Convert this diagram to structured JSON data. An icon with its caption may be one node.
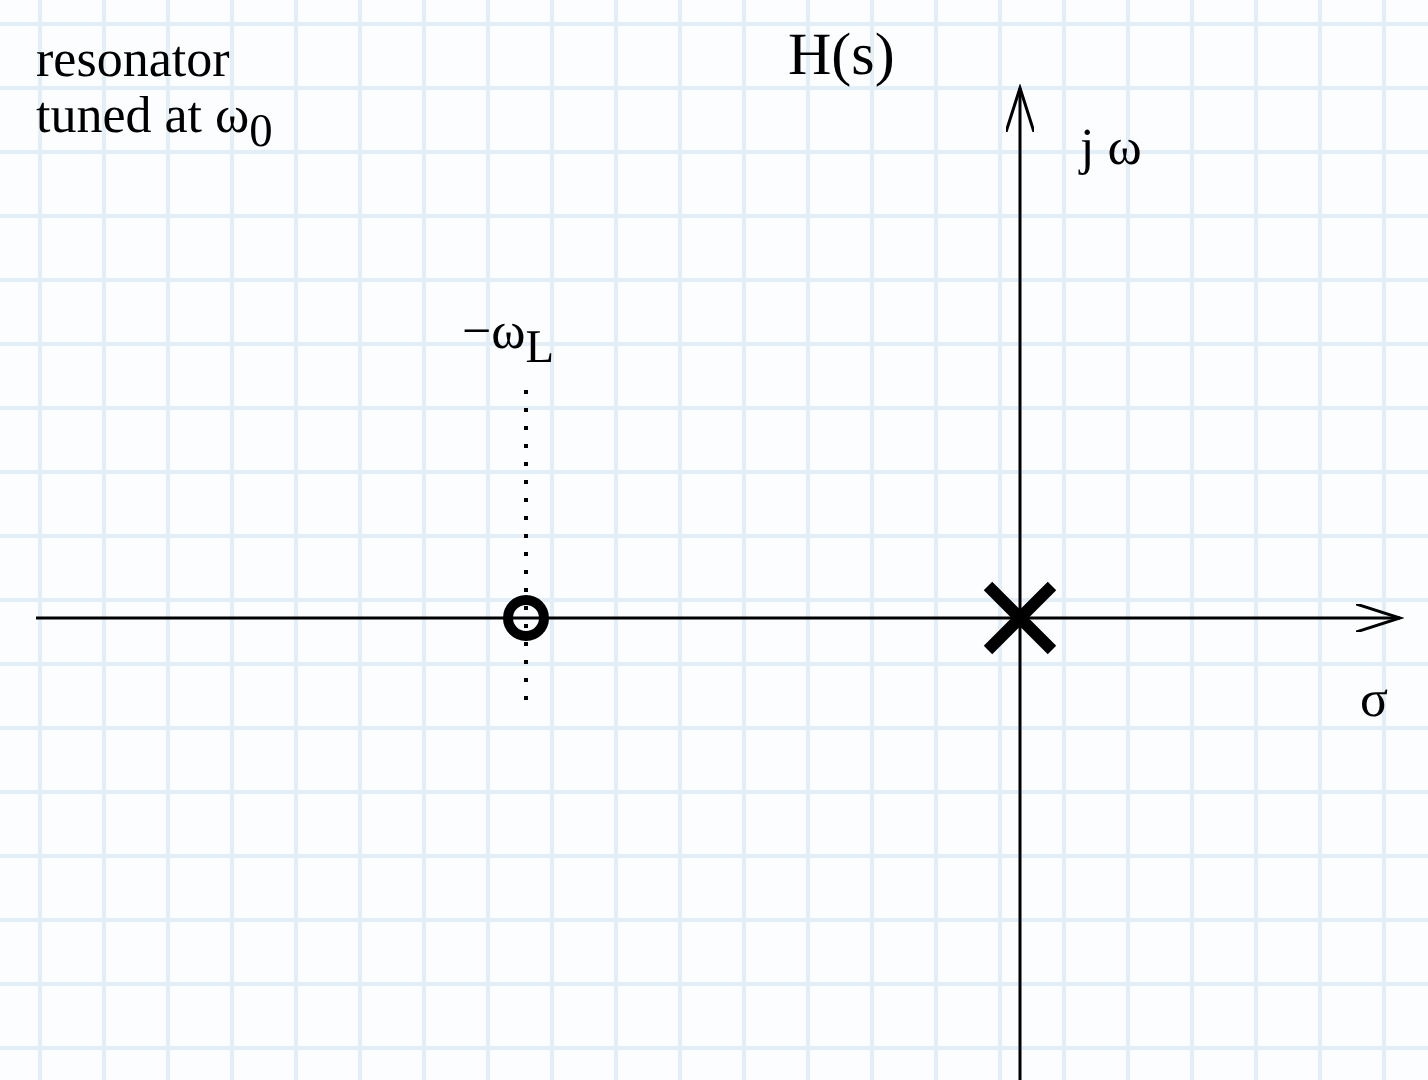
{
  "diagram": {
    "title": "H(s)",
    "labels": [
      "resonator tuned at ω$_{0}$",
      "−ω$_{L}$",
      "j ω",
      "σ"
    ]
  }
}
